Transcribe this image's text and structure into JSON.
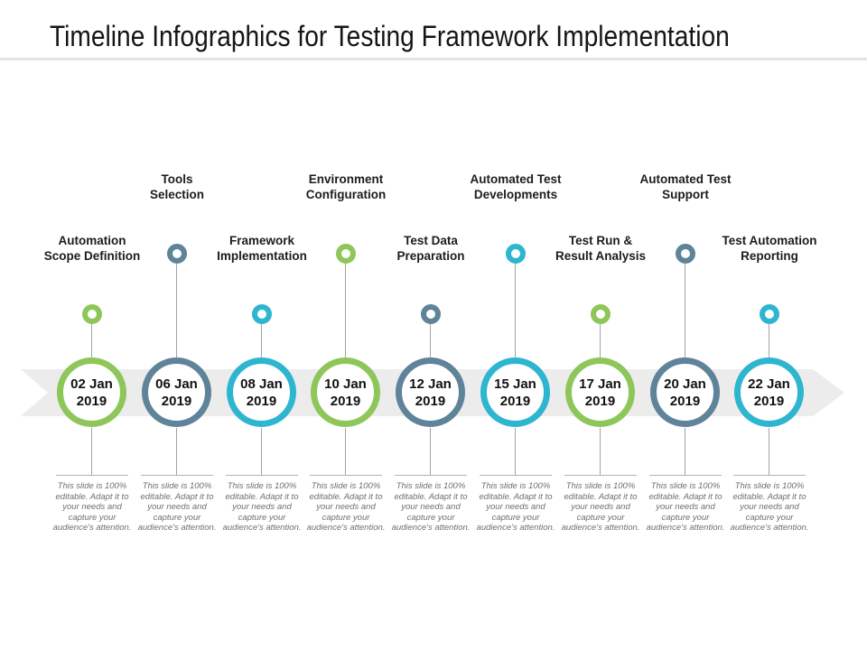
{
  "title": "Timeline Infographics for Testing Framework Implementation",
  "editable_note": "This slide is 100% editable. Adapt it to your needs and capture your audience's attention.",
  "colors": {
    "green": "#8ec65a",
    "steel_blue": "#5f8399",
    "cyan": "#2eb5cf",
    "band": "#ececec"
  },
  "milestones": [
    {
      "label": "Automation\nScope Definition",
      "date": "02 Jan\n2019",
      "row": "lower",
      "color": "#8ec65a"
    },
    {
      "label": "Tools\nSelection",
      "date": "06 Jan\n2019",
      "row": "upper",
      "color": "#5f8399"
    },
    {
      "label": "Framework\nImplementation",
      "date": "08 Jan\n2019",
      "row": "lower",
      "color": "#2eb5cf"
    },
    {
      "label": "Environment\nConfiguration",
      "date": "10 Jan\n2019",
      "row": "upper",
      "color": "#8ec65a"
    },
    {
      "label": "Test Data\nPreparation",
      "date": "12 Jan\n2019",
      "row": "lower",
      "color": "#5f8399"
    },
    {
      "label": "Automated Test\nDevelopments",
      "date": "15 Jan\n2019",
      "row": "upper",
      "color": "#2eb5cf"
    },
    {
      "label": "Test Run &\nResult Analysis",
      "date": "17 Jan\n2019",
      "row": "lower",
      "color": "#8ec65a"
    },
    {
      "label": "Automated Test\nSupport",
      "date": "20 Jan\n2019",
      "row": "upper",
      "color": "#5f8399"
    },
    {
      "label": "Test Automation\nReporting",
      "date": "22 Jan\n2019",
      "row": "lower",
      "color": "#2eb5cf"
    }
  ]
}
